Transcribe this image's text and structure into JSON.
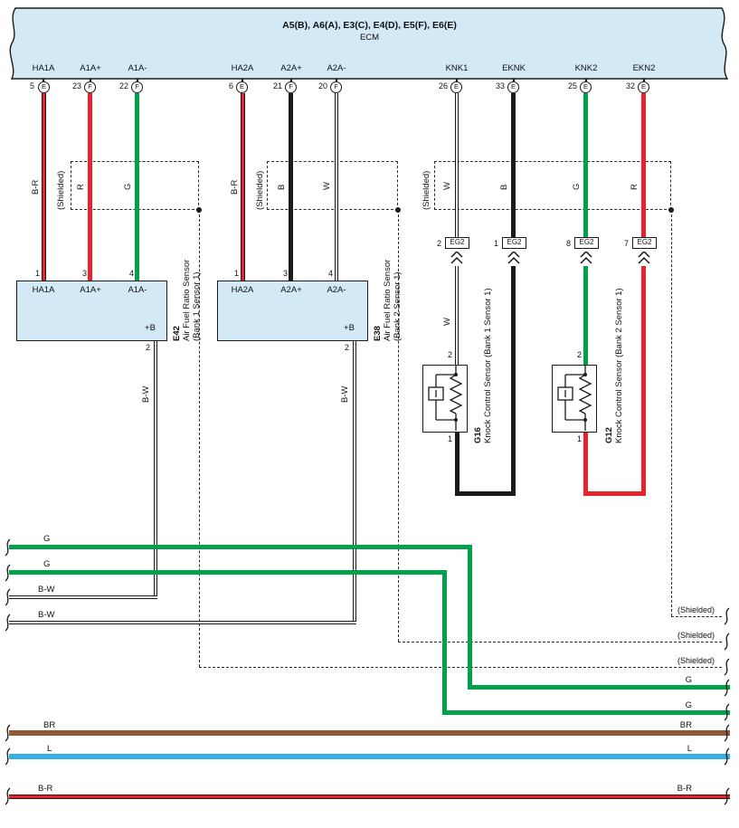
{
  "colors": {
    "box_fill": "#d3e9f6",
    "green": "#00a14b",
    "red": "#e8232e",
    "black": "#1b1b1b",
    "brown": "#8e5a38",
    "light_blue": "#35b0e5"
  },
  "ecm": {
    "title": "A5(B), A6(A), E3(C), E4(D), E5(F), E6(E)",
    "subtitle": "ECM",
    "pins": [
      {
        "label": "HA1A",
        "num": "5",
        "conn": "E"
      },
      {
        "label": "A1A+",
        "num": "23",
        "conn": "F"
      },
      {
        "label": "A1A-",
        "num": "22",
        "conn": "F"
      },
      {
        "label": "HA2A",
        "num": "6",
        "conn": "E"
      },
      {
        "label": "A2A+",
        "num": "21",
        "conn": "F"
      },
      {
        "label": "A2A-",
        "num": "20",
        "conn": "F"
      },
      {
        "label": "KNK1",
        "num": "26",
        "conn": "E"
      },
      {
        "label": "EKNK",
        "num": "33",
        "conn": "E"
      },
      {
        "label": "KNK2",
        "num": "25",
        "conn": "E"
      },
      {
        "label": "EKN2",
        "num": "32",
        "conn": "E"
      }
    ]
  },
  "wires": {
    "ha1a": "B-R",
    "a1a_plus": "R",
    "a1a_minus": "G",
    "ha2a": "B-R",
    "a2a_plus": "B",
    "a2a_minus": "W",
    "knk1": "W",
    "eknk": "B",
    "knk2": "G",
    "ekn2": "R",
    "knk1_lower": "W",
    "e42_power": "B-W",
    "e38_power": "B-W",
    "shielded": "(Shielded)"
  },
  "connectors": {
    "eg2": [
      {
        "num": "2",
        "label": "EG2"
      },
      {
        "num": "1",
        "label": "EG2"
      },
      {
        "num": "8",
        "label": "EG2"
      },
      {
        "num": "7",
        "label": "EG2"
      }
    ]
  },
  "components": {
    "e42": {
      "id": "E42",
      "name": "Air Fuel Ratio Sensor",
      "bank": "(Bank 1 Sensor 1)",
      "pin1": "1",
      "pin3": "3",
      "pin4": "4",
      "pin2": "2",
      "pin1_label": "HA1A",
      "pin3_label": "A1A+",
      "pin4_label": "A1A-",
      "power": "+B"
    },
    "e38": {
      "id": "E38",
      "name": "Air Fuel Ratio Sensor",
      "bank": "(Bank 2 Sensor 1)",
      "pin1": "1",
      "pin3": "3",
      "pin4": "4",
      "pin2": "2",
      "pin1_label": "HA2A",
      "pin3_label": "A2A+",
      "pin4_label": "A2A-",
      "power": "+B"
    },
    "g16": {
      "id": "G16",
      "name": "Knock Control Sensor (Bank 1 Sensor 1)",
      "pin_top": "2",
      "pin_bottom": "1"
    },
    "g12": {
      "id": "G12",
      "name": "Knock Control Sensor (Bank 2 Sensor 1)",
      "pin_top": "2",
      "pin_bottom": "1"
    }
  },
  "bus": {
    "g": "G",
    "b_w": "B-W",
    "br": "BR",
    "l": "L",
    "b_r": "B-R",
    "shielded": "(Shielded)"
  }
}
